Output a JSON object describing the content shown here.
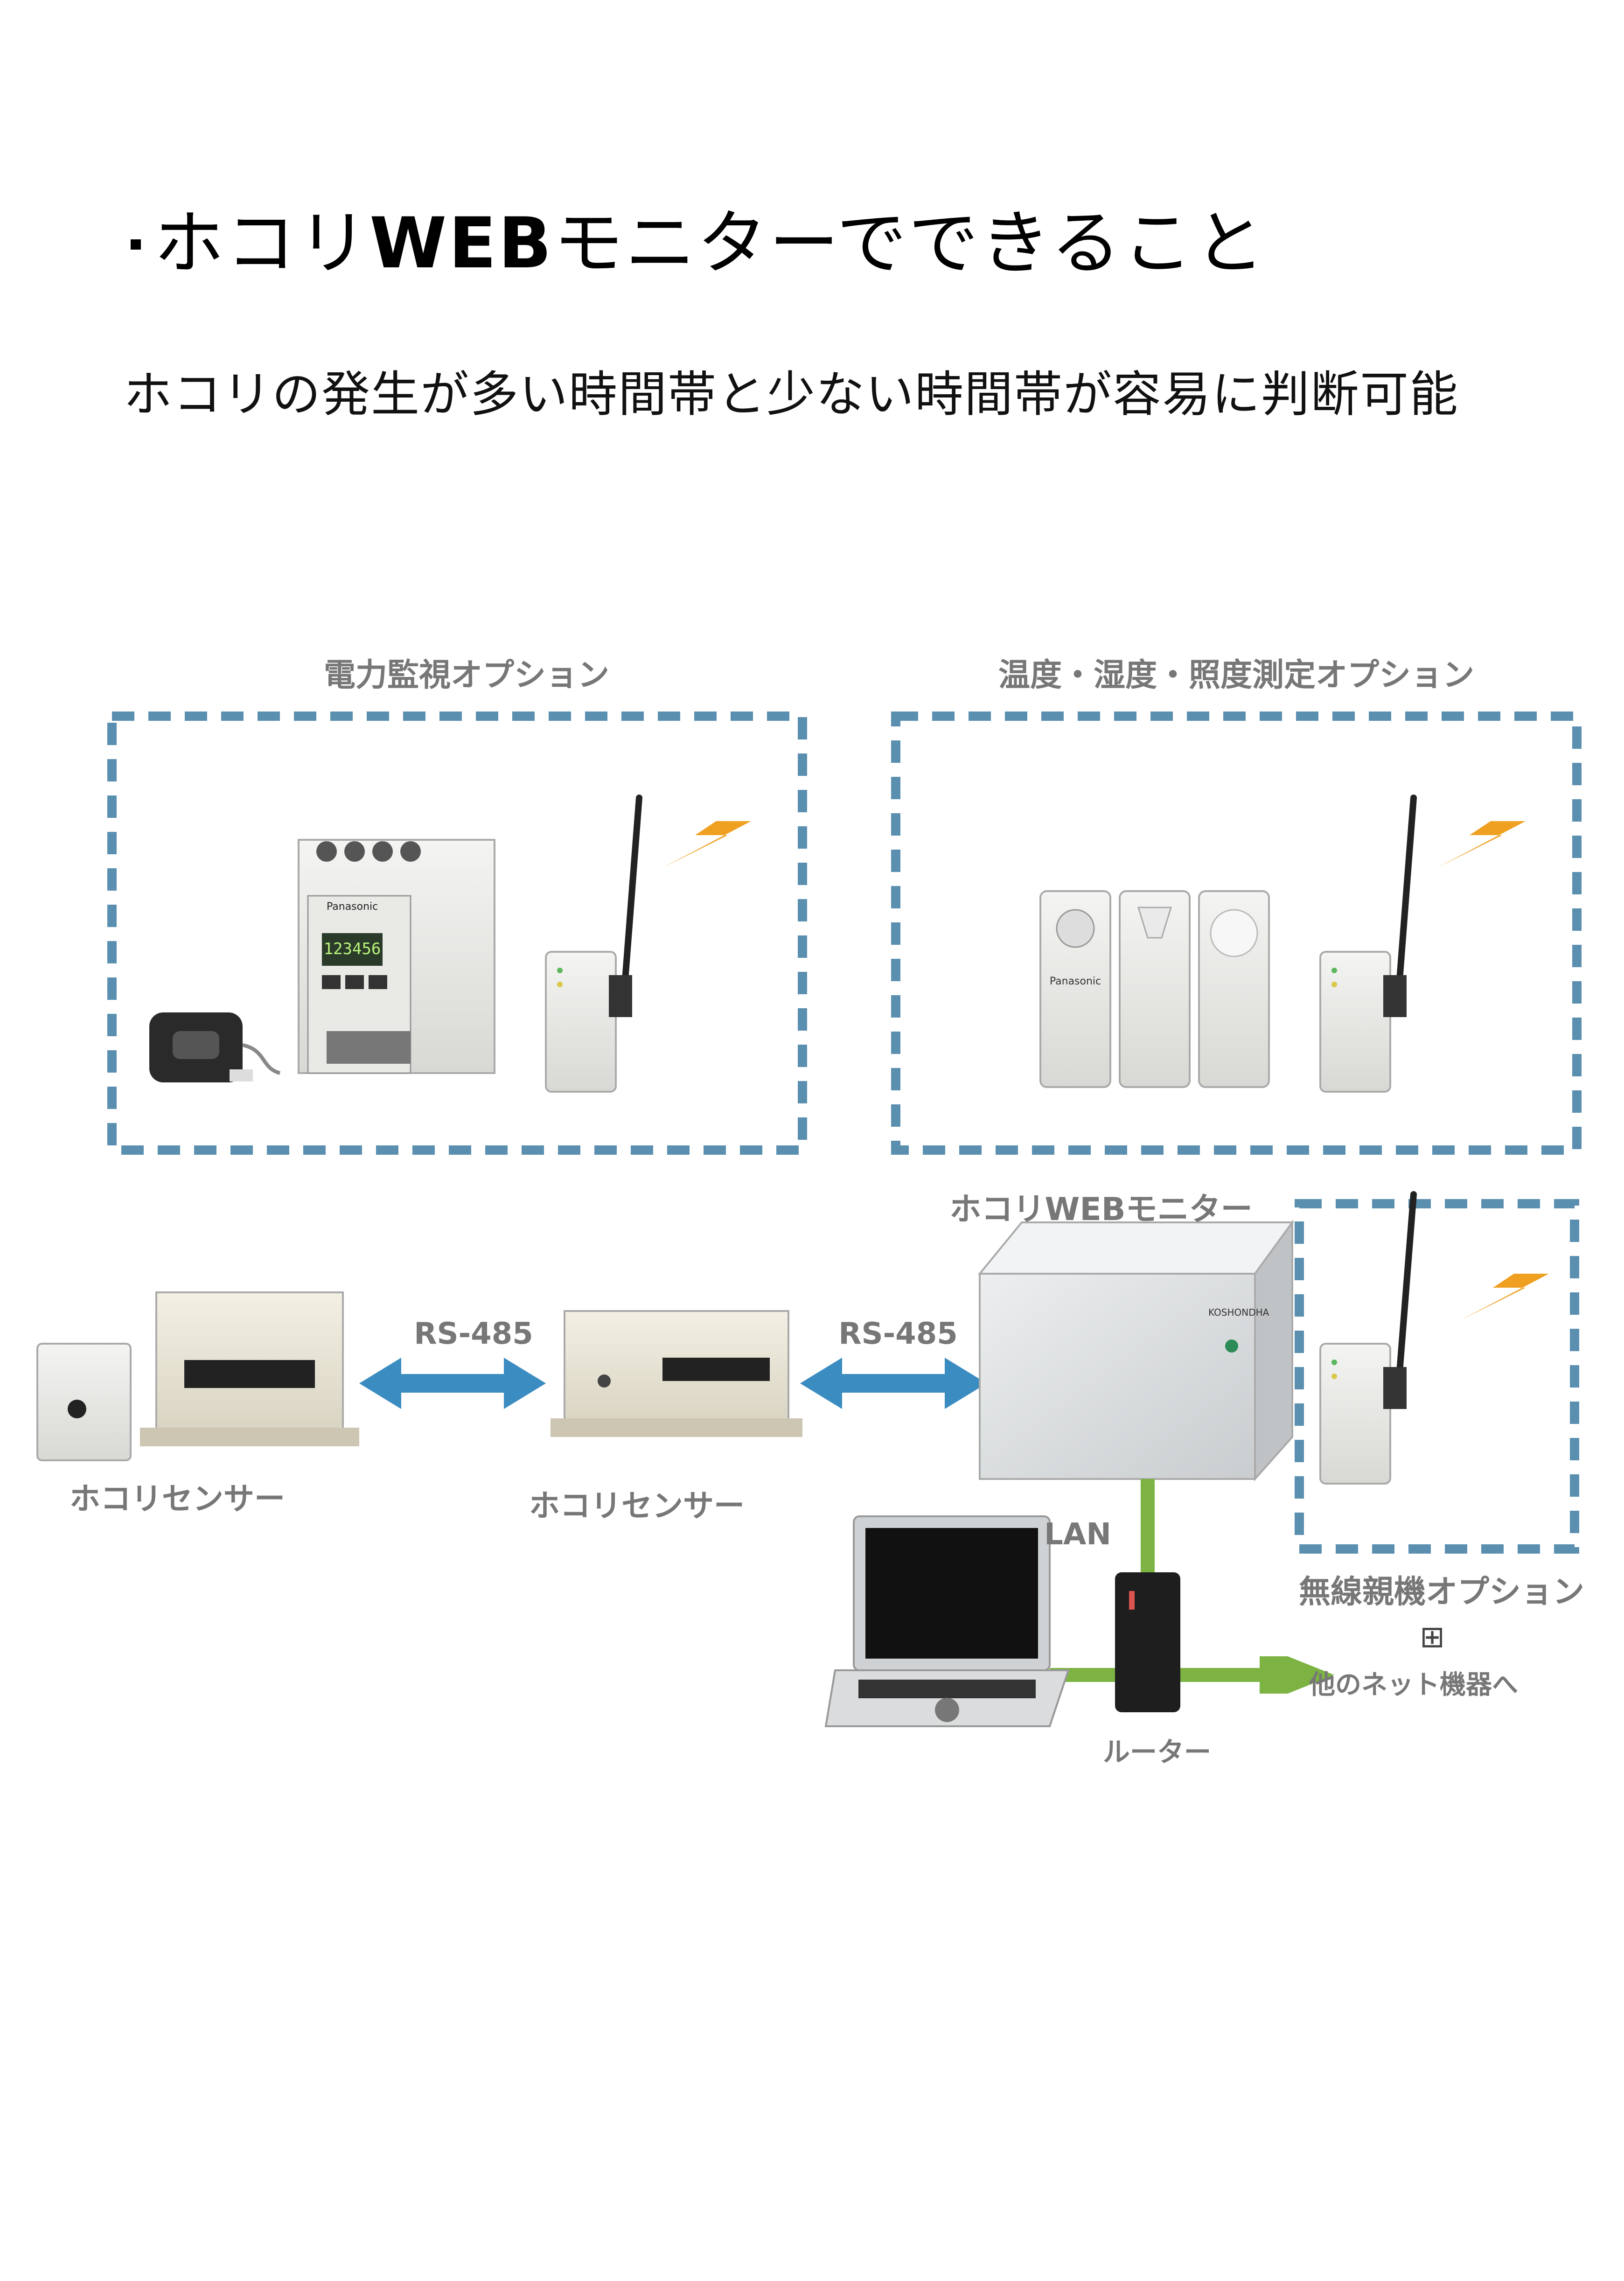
{
  "heading": {
    "bullet": "▪",
    "part1": "ホコリ",
    "web": "WEB",
    "part2": "モニターでできること"
  },
  "subtitle": "ホコリの発生が多い時間帯と少ない時間帯が容易に判断可能",
  "diagram": {
    "power_option_label": "電力監視オプション",
    "env_option_label": "温度・湿度・照度測定オプション",
    "monitor_label": "ホコリWEBモニター",
    "sensor1_label": "ホコリセンサー",
    "sensor2_label": "ホコリセンサー",
    "rs485_left": "RS-485",
    "rs485_right": "RS-485",
    "lan_label": "LAN",
    "router_label": "ルーター",
    "wireless_option_label": "無線親機オプション",
    "plus_symbol": "⊞",
    "other_devices_label": "他のネット機器へ",
    "meter_display": "123456",
    "meter_brand": "Panasonic",
    "monitor_brand": "KOSHONDHA",
    "sensor_brand": "Panasonic"
  },
  "colors": {
    "dashed_border": "#5b8fb0",
    "arrow_blue": "#3b8cc0",
    "arrow_green": "#7cb342",
    "lightning": "#f0a020",
    "label_gray": "#777777"
  }
}
